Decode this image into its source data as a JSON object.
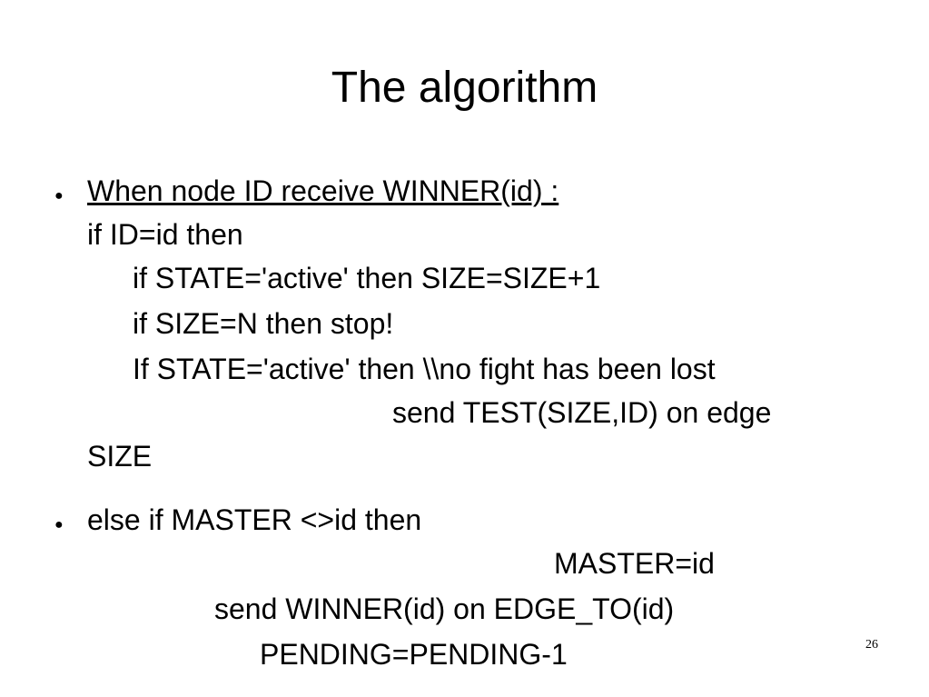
{
  "slide": {
    "title": "The algorithm",
    "page_number": "26",
    "bullets": [
      {
        "lines": [
          "When node ID receive WINNER(id) :",
          "if ID=id then",
          "if STATE='active' then SIZE=SIZE+1",
          "if SIZE=N then stop!",
          "If STATE='active' then \\\\no fight has been lost",
          "send TEST(SIZE,ID) on edge",
          "SIZE"
        ]
      },
      {
        "lines": [
          "else if MASTER <>id then",
          "MASTER=id",
          "send WINNER(id) on EDGE_TO(id)",
          "PENDING=PENDING-1"
        ]
      }
    ]
  }
}
